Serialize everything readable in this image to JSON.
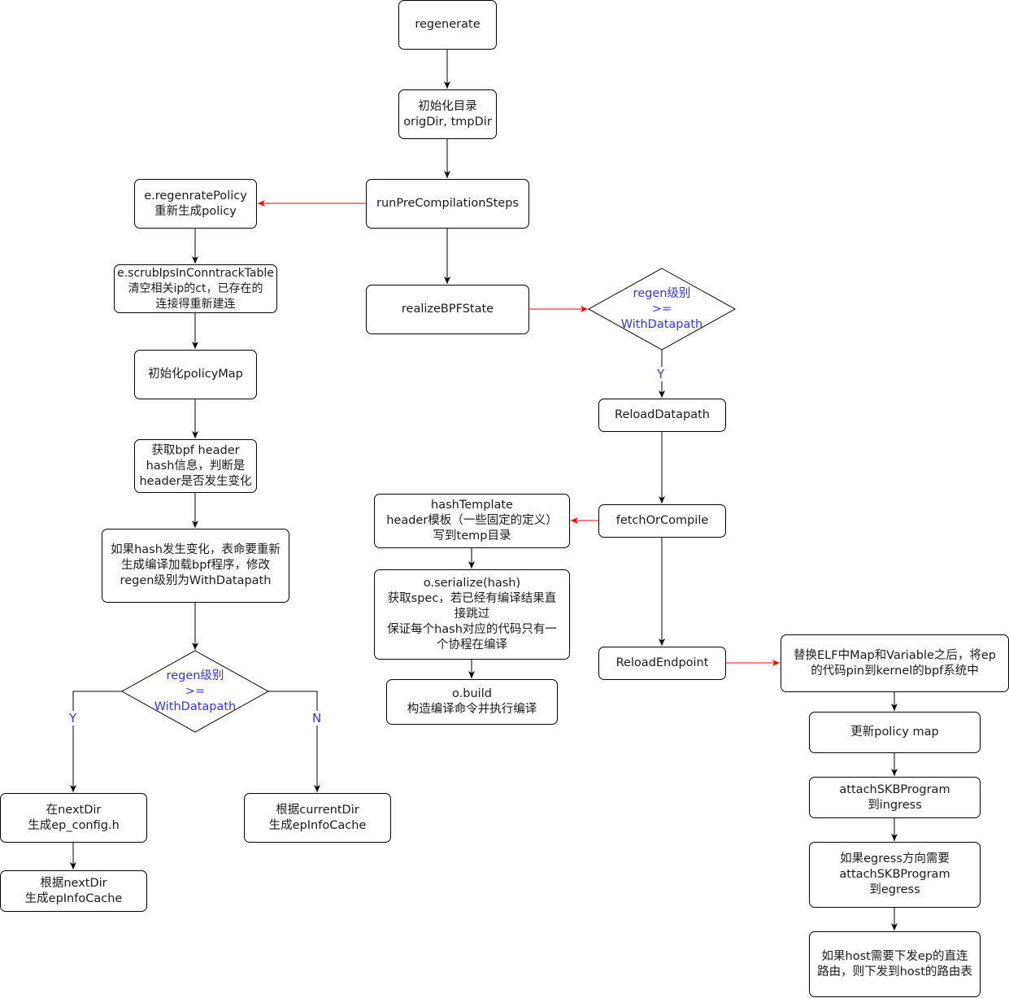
{
  "nodes": {
    "regenerate": "regenerate",
    "init_dirs": "初始化目录\norigDir, tmpDir",
    "run_pre_compilation": "runPreCompilationSteps",
    "regenerate_policy": "e.regenratePolicy\n重新生成policy",
    "scrub_ips": "e.scrubIpsInConntrackTable\n清空相关ip的ct，已存在的\n连接得重新建连",
    "init_policy_map": "初始化policyMap",
    "get_bpf_header": "获取bpf header\nhash信息，判断是\nheader是否发生变化",
    "hash_changed": "如果hash发生变化，表命要重新\n生成编译加载bpf程序，修改\nregen级别为WithDatapath",
    "left_decision": "regen级别\n>=\nWithDatapath",
    "next_dir_config": "在nextDir\n生成ep_config.h",
    "current_dir_cache": "根据currentDir\n生成epInfoCache",
    "next_dir_cache": "根据nextDir\n生成epInfoCache",
    "realize_bpf_state": "realizeBPFState",
    "right_decision": "regen级别\n>=\nWithDatapath",
    "reload_datapath": "ReloadDatapath",
    "fetch_or_compile": "fetchOrCompile",
    "hash_template": "hashTemplate\nheader模板（一些固定的定义）\n写到temp目录",
    "serialize": "o.serialize(hash)\n获取spec，若已经有编译结果直\n接跳过\n保证每个hash对应的代码只有一\n个协程在编译",
    "build": "o.build\n构造编译命令并执行编译",
    "reload_endpoint": "ReloadEndpoint",
    "replace_elf": "替换ELF中Map和Variable之后，将ep\n的代码pin到kernel的bpf系统中",
    "update_policy_map": "更新policy map",
    "attach_ingress": "attachSKBProgram\n到ingress",
    "attach_egress": "如果egress方向需要\nattachSKBProgram\n到egress",
    "host_route": "如果host需要下发ep的直连\n路由，则下发到host的路由表"
  },
  "edge_labels": {
    "left_yes": "Y",
    "left_no": "N",
    "right_yes": "Y"
  },
  "colors": {
    "edge": "#000000",
    "call_edge": "#ff0000",
    "decision_text": "#3333ff"
  }
}
